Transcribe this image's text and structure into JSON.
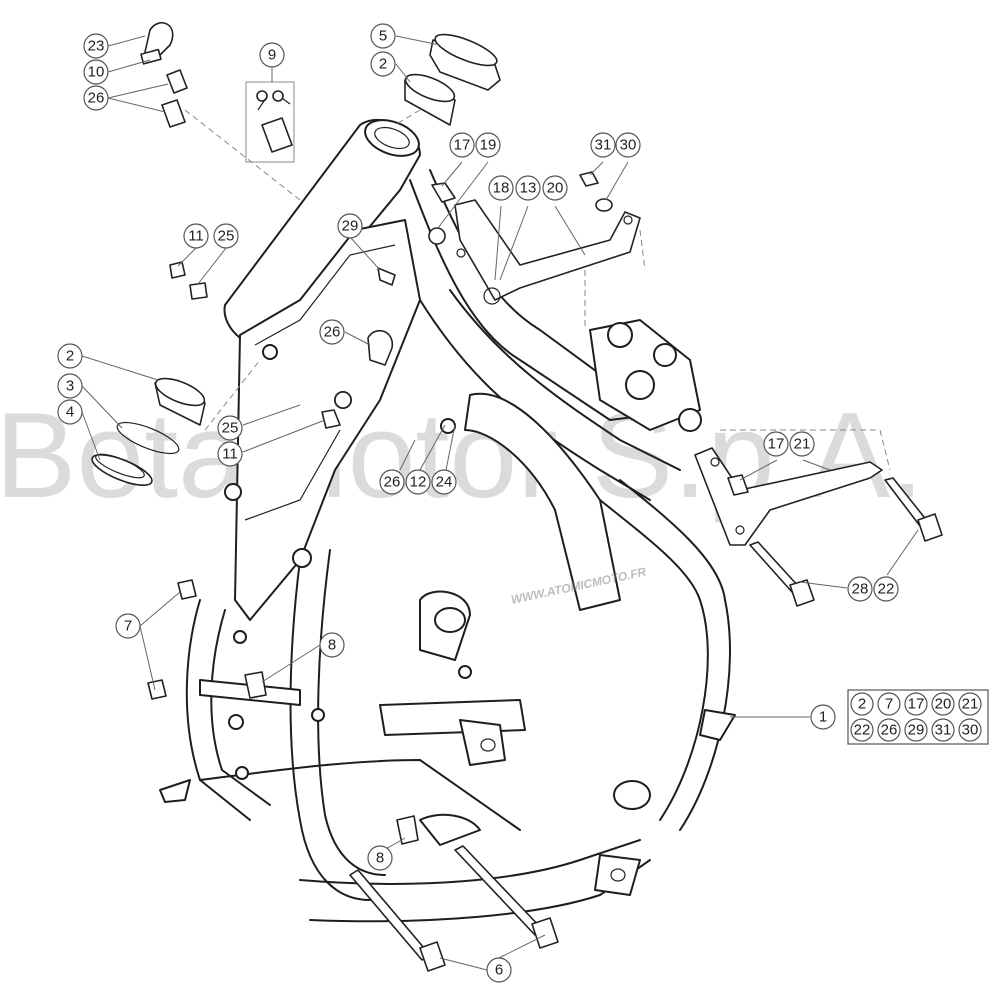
{
  "watermark": "Betamotor S.p.A.",
  "site_watermark": "WWW.ATOMICMOTO.FR",
  "callouts": {
    "c1": "1",
    "c2a": "2",
    "c2b": "2",
    "c3": "3",
    "c4": "4",
    "c5": "5",
    "c6": "6",
    "c7": "7",
    "c8a": "8",
    "c8b": "8",
    "c9": "9",
    "c10": "10",
    "c11a": "11",
    "c11b": "11",
    "c12": "12",
    "c13": "13",
    "c17a": "17",
    "c17b": "17",
    "c18": "18",
    "c19": "19",
    "c20": "20",
    "c21": "21",
    "c22": "22",
    "c23": "23",
    "c24": "24",
    "c25a": "25",
    "c25b": "25",
    "c26a": "26",
    "c26b": "26",
    "c26c": "26",
    "c28": "28",
    "c29": "29",
    "c30": "30",
    "c31": "31"
  },
  "kit": {
    "includes": [
      "2",
      "7",
      "17",
      "20",
      "21",
      "22",
      "26",
      "29",
      "31",
      "30"
    ]
  }
}
